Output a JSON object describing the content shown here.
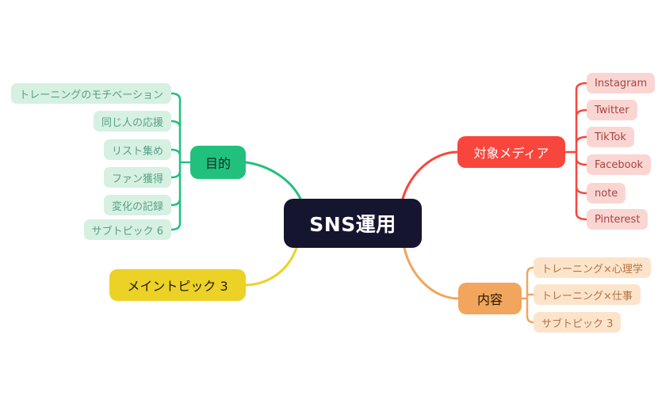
{
  "app": {
    "background": "#ffffff"
  },
  "central": {
    "label": "SNS運用",
    "bg": "#15152f",
    "text": "#ffffff"
  },
  "branches": [
    {
      "label": "目的",
      "color": "#21c17d",
      "node_bg": "#21c17d",
      "node_text": "#14271e",
      "child_bg": "#d6f0e2",
      "child_text": "#55a186",
      "children": [
        {
          "label": "トレーニングのモチベーション"
        },
        {
          "label": "同じ人の応援"
        },
        {
          "label": "リスト集め"
        },
        {
          "label": "ファン獲得"
        },
        {
          "label": "変化の記録"
        },
        {
          "label": "サブトピック 6"
        }
      ]
    },
    {
      "label": "対象メディア",
      "color": "#f8463d",
      "node_bg": "#f8463d",
      "node_text": "#ffffff",
      "child_bg": "#fad6d3",
      "child_text": "#a84440",
      "children": [
        {
          "label": "Instagram"
        },
        {
          "label": "Twitter"
        },
        {
          "label": "TikTok"
        },
        {
          "label": "Facebook"
        },
        {
          "label": "note"
        },
        {
          "label": "Pinterest"
        }
      ]
    },
    {
      "label": "メイントピック 3",
      "color": "#ecd126",
      "node_bg": "#ecd126",
      "node_text": "#201d08",
      "children": []
    },
    {
      "label": "内容",
      "color": "#f2a55c",
      "node_bg": "#f2a55c",
      "node_text": "#221507",
      "child_bg": "#fce4cb",
      "child_text": "#b5713f",
      "children": [
        {
          "label": "トレーニング×心理学"
        },
        {
          "label": "トレーニング×仕事"
        },
        {
          "label": "サブトピック 3"
        }
      ]
    }
  ]
}
